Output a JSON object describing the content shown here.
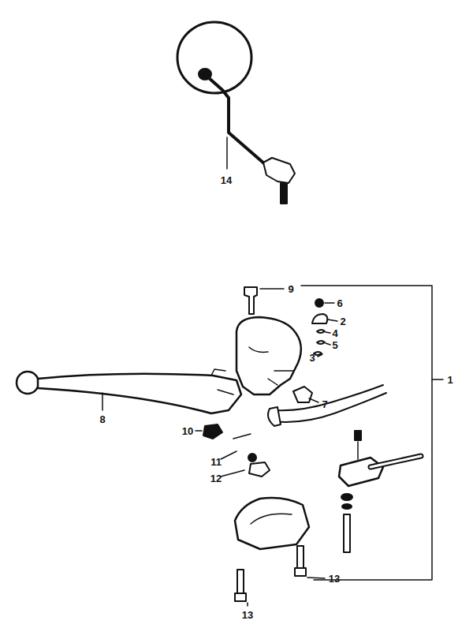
{
  "diagram": {
    "labels": [
      "14",
      "9",
      "6",
      "2",
      "4",
      "5",
      "3",
      "1",
      "8",
      "7",
      "10",
      "11",
      "12",
      "13",
      "13"
    ]
  }
}
